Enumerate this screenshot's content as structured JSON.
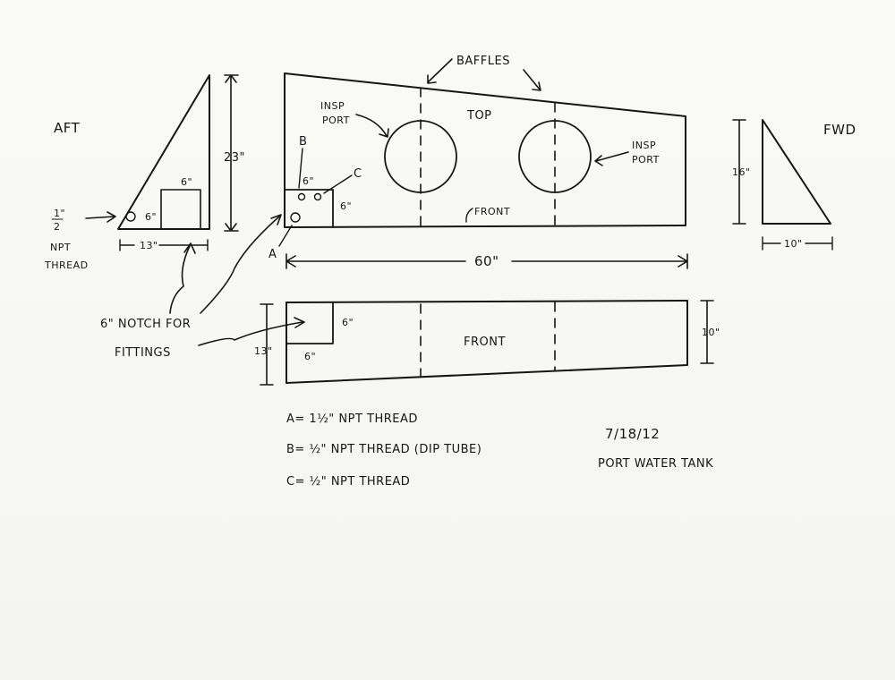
{
  "views": {
    "aft": {
      "title": "AFT",
      "height_dim": "23\"",
      "width_dim": "13\"",
      "thread_note_top": "1\"",
      "thread_note_frac": "2",
      "thread_note_line1": "NPT",
      "thread_note_line2": "THREAD",
      "small_dim": "6\""
    },
    "top": {
      "title": "TOP",
      "baffles_label": "BAFFLES",
      "insp_port_left_line1": "INSP",
      "insp_port_left_line2": "PORT",
      "insp_port_right_line1": "INSP",
      "insp_port_right_line2": "PORT",
      "front_label": "FRONT",
      "notch_width": "6\"",
      "notch_height": "6\"",
      "label_a": "A",
      "label_b": "B",
      "label_c": "C",
      "length_dim": "60\""
    },
    "front": {
      "title": "FRONT",
      "left_height": "13\"",
      "right_height": "10\"",
      "notch_width": "6\"",
      "notch_height": "6\""
    },
    "fwd": {
      "title": "FWD",
      "height_dim": "16\"",
      "width_dim": "10\""
    }
  },
  "notch_callout": {
    "line1": "6\" NOTCH FOR",
    "line2": "FITTINGS"
  },
  "legend": [
    {
      "text": "A= 1½\" NPT THREAD"
    },
    {
      "text": "B= ½\" NPT THREAD (DIP TUBE)"
    },
    {
      "text": "C= ½\" NPT THREAD"
    }
  ],
  "footer": {
    "date": "7/18/12",
    "title": "PORT WATER TANK"
  }
}
